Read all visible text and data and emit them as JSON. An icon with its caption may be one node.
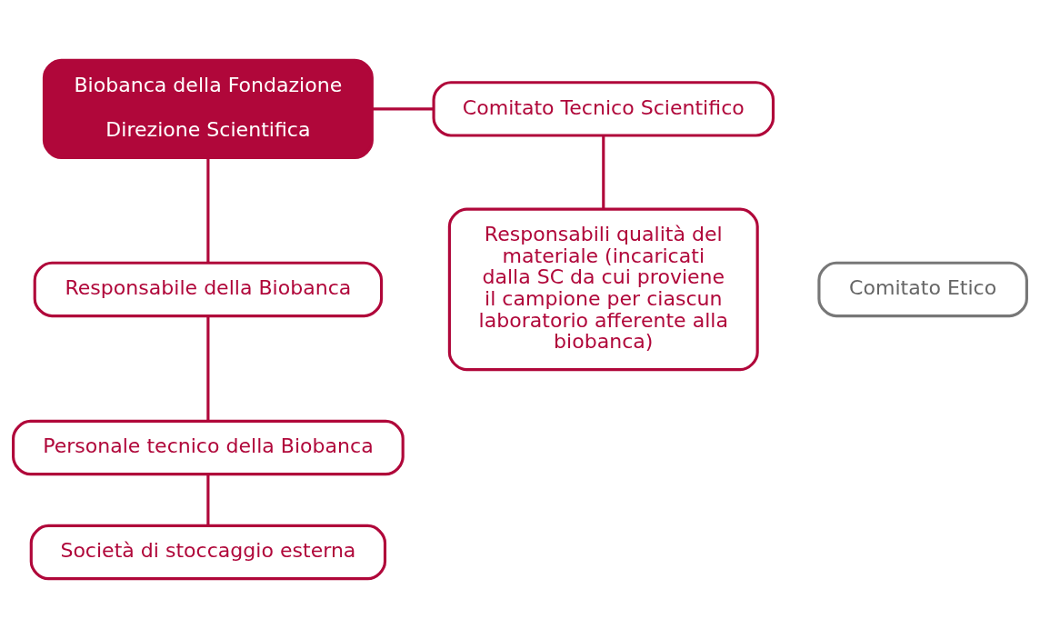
{
  "diagram": {
    "nodes": [
      {
        "text": [
          "Biobanca della Fondazione",
          "Direzione Scientifica"
        ]
      },
      {
        "text": [
          "Comitato Tecnico Scientifico"
        ]
      },
      {
        "text": [
          "Responsabili qualità del materiale (incaricati dalla SC da cui proviene il campione per ciascun laboratorio afferente alla biobanca)"
        ]
      },
      {
        "text": [
          "Comitato Etico"
        ]
      },
      {
        "text": [
          "Responsabile della Biobanca"
        ]
      },
      {
        "text": [
          "Personale tecnico della Biobanca"
        ]
      },
      {
        "text": [
          "Società di stoccaggio esterna"
        ]
      }
    ],
    "edges": [
      {
        "from": 0,
        "to": 1,
        "arrow": "none"
      },
      {
        "from": 0,
        "to": 4,
        "arrow": "none"
      },
      {
        "from": 1,
        "to": 2,
        "arrow": "none"
      },
      {
        "from": 4,
        "to": 5,
        "arrow": "none"
      },
      {
        "from": 5,
        "to": 6,
        "arrow": "none"
      }
    ]
  }
}
